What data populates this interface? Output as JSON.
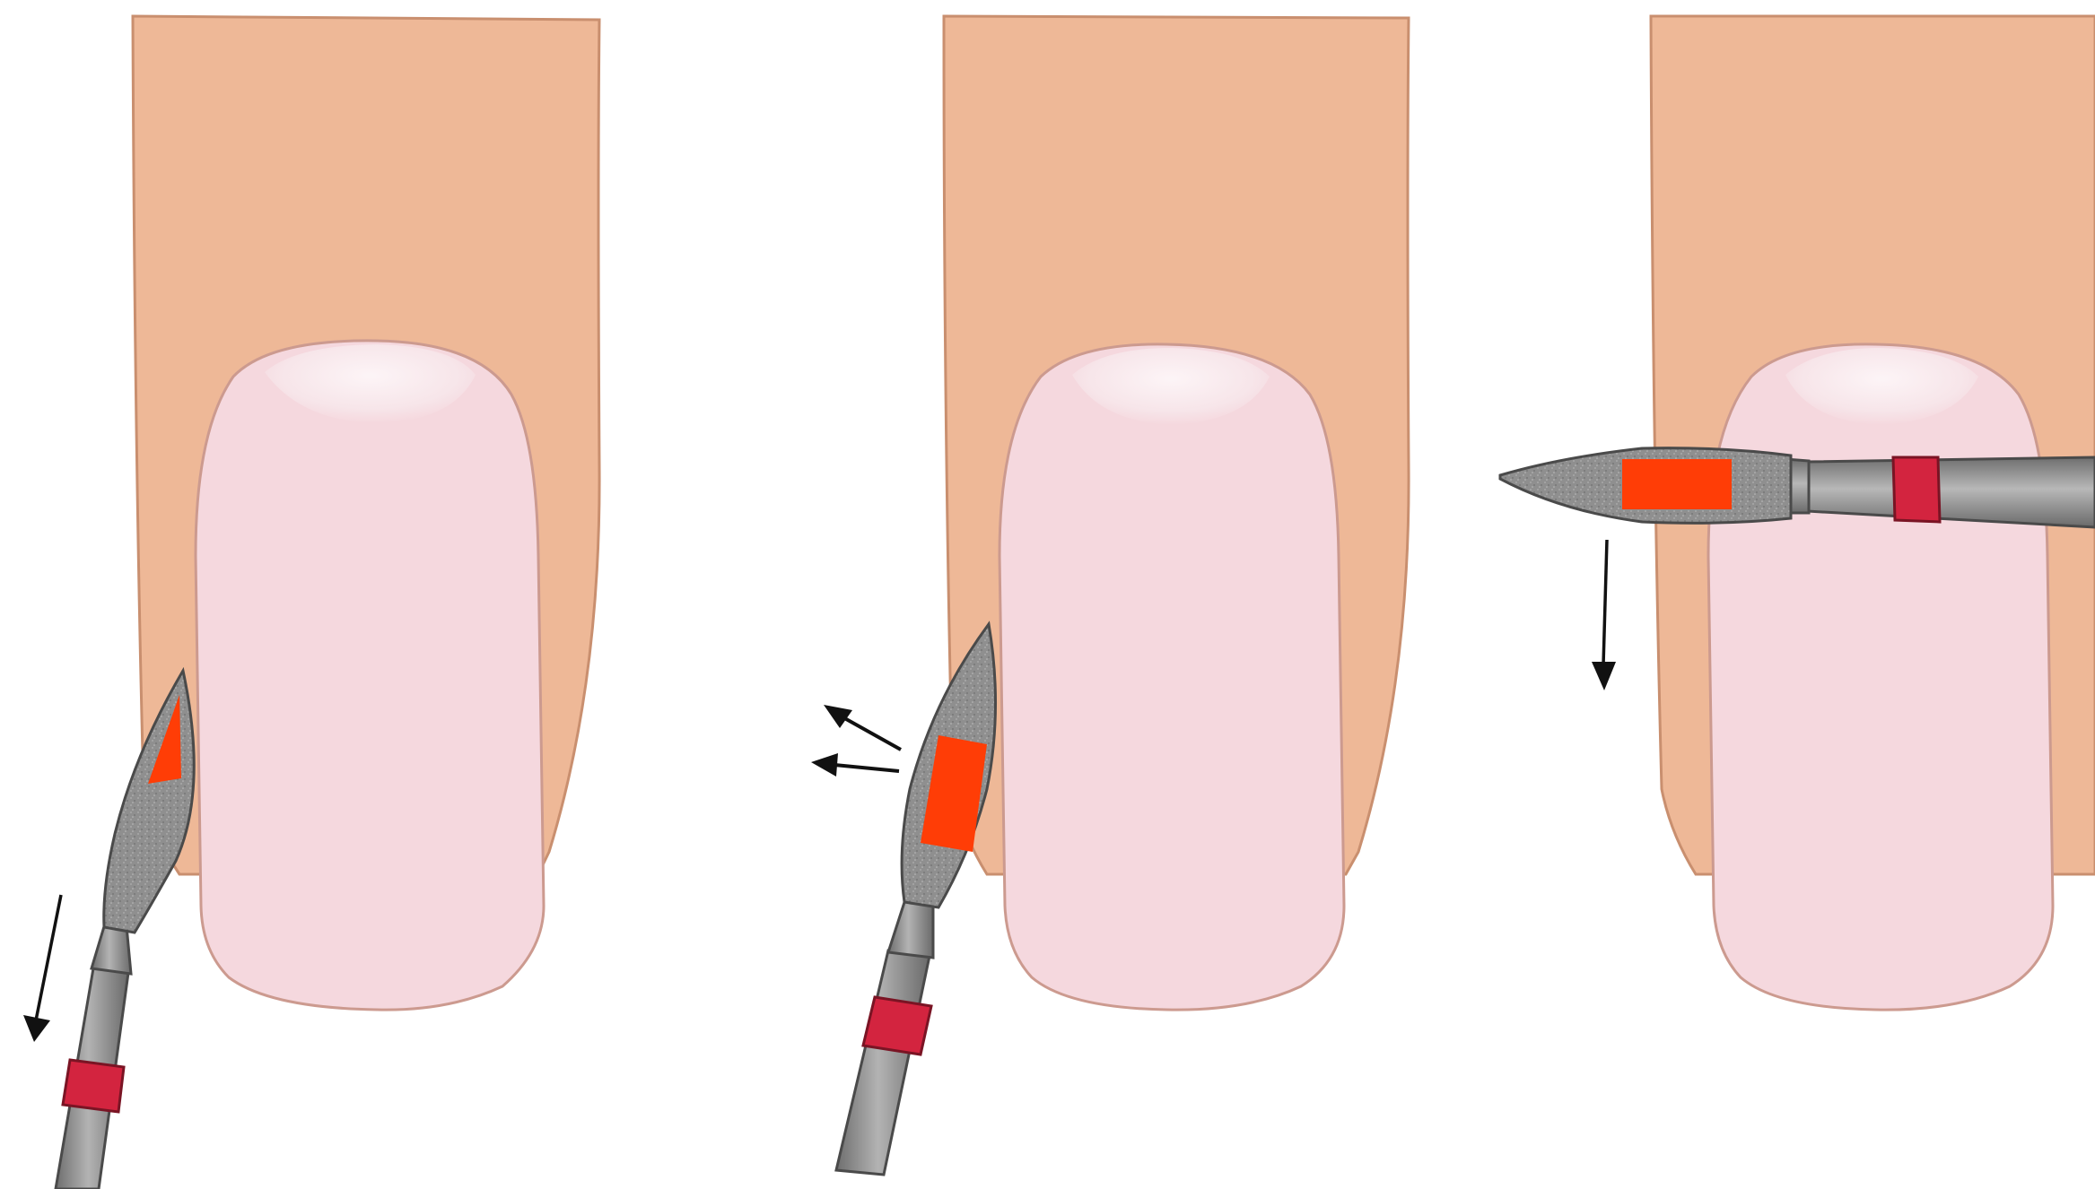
{
  "colors": {
    "background": "#ffffff",
    "skin": "#eeb897",
    "skin_outline": "#c98f6f",
    "nail_plate": "#f5d8de",
    "nail_outline": "#cc9a8f",
    "lunula": "#fbeff2",
    "bit_metal": "#8f8f8f",
    "bit_outline": "#4a4a4a",
    "bit_highlight": "#c9c9c9",
    "shank": "#9a9a9a",
    "band_red": "#d3243f",
    "contact_zone": "#ff3d06",
    "arrow": "#111111"
  },
  "panels": [
    {
      "id": "step-1",
      "finger": "index-finger",
      "tool": "flame-diamond-bit",
      "contact_zone_shape": "triangle",
      "motion_arrows": 1
    },
    {
      "id": "step-2",
      "finger": "index-finger",
      "tool": "flame-diamond-bit",
      "contact_zone_shape": "rectangle",
      "motion_arrows": 2
    },
    {
      "id": "step-3",
      "finger": "index-finger",
      "tool": "flame-diamond-bit",
      "contact_zone_shape": "rectangle",
      "motion_arrows": 1
    }
  ]
}
